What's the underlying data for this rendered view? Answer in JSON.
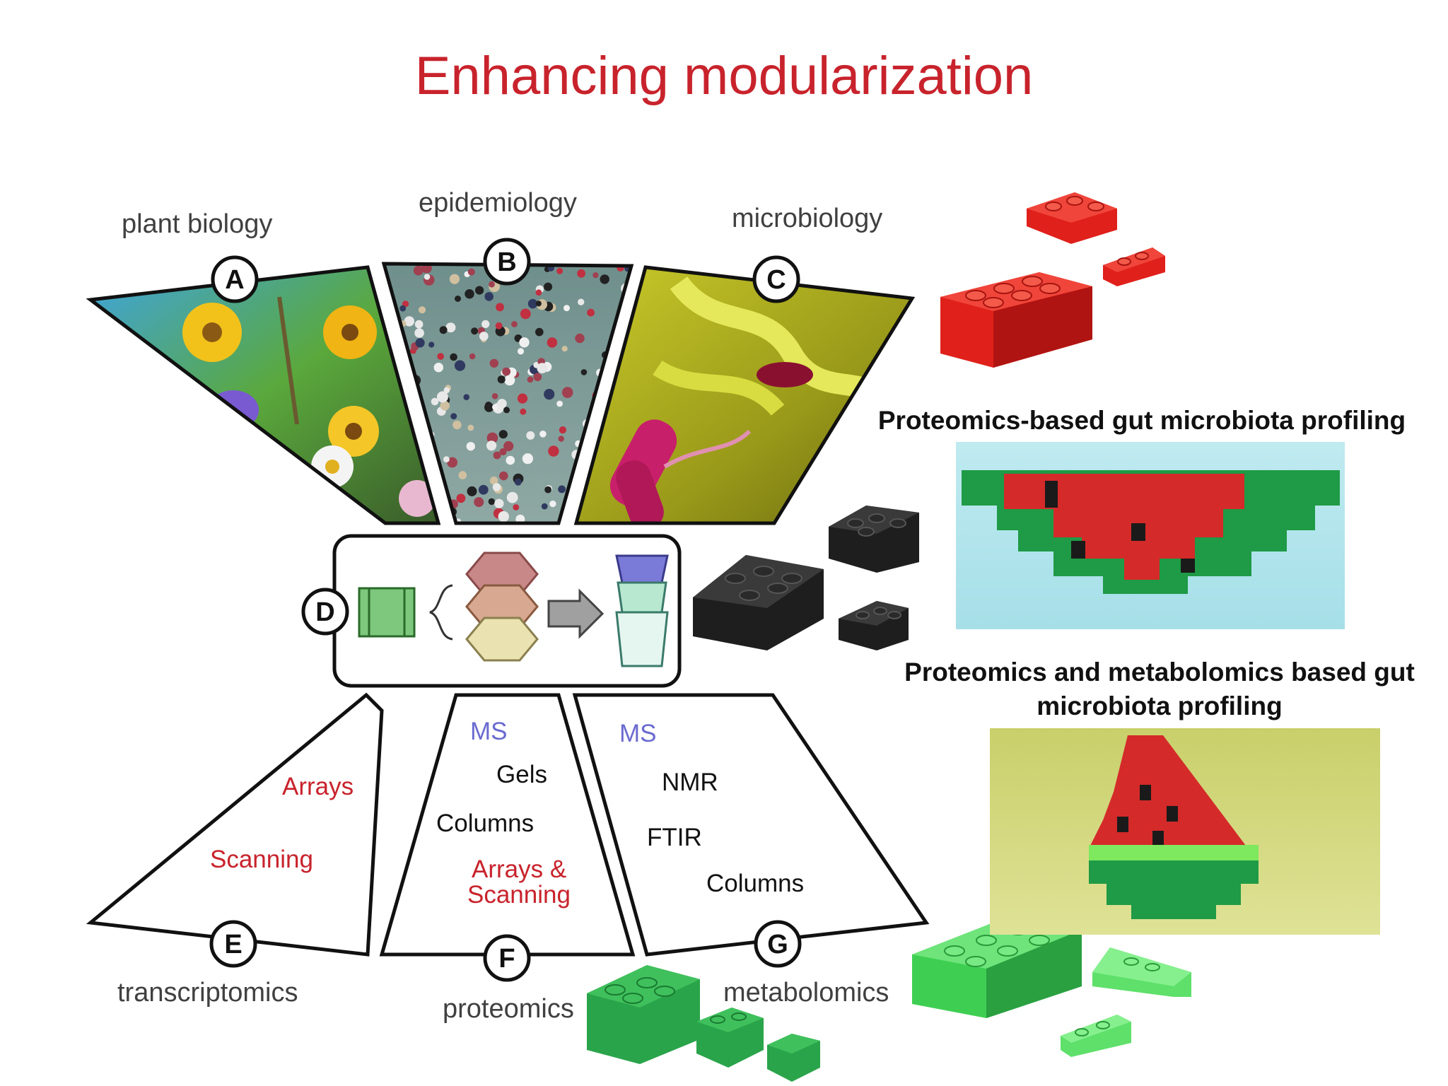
{
  "title": "Enhancing modularization",
  "fields": {
    "A": {
      "letter": "A",
      "label": "plant biology"
    },
    "B": {
      "letter": "B",
      "label": "epidemiology"
    },
    "C": {
      "letter": "C",
      "label": "microbiology"
    },
    "D": {
      "letter": "D"
    },
    "E": {
      "letter": "E",
      "label": "transcriptomics"
    },
    "F": {
      "letter": "F",
      "label": "proteomics"
    },
    "G": {
      "letter": "G",
      "label": "metabolomics"
    }
  },
  "techniques": {
    "E": [
      "Arrays",
      "Scanning"
    ],
    "F": [
      "MS",
      "Gels",
      "Columns",
      "Arrays &",
      "Scanning"
    ],
    "G": [
      "MS",
      "NMR",
      "FTIR",
      "Columns"
    ]
  },
  "captions": {
    "proteomics": "Proteomics-based gut microbiota profiling",
    "multi_line1": "Proteomics and metabolomics based gut",
    "multi_line2": "microbiota profiling"
  },
  "colors": {
    "title": "#c8232c",
    "technique_red": "#c8232c",
    "technique_blue": "#6a6ad0",
    "brick_red": "#e0201b",
    "brick_black": "#1e1e1e",
    "brick_green": "#2aa44a",
    "brick_lightgreen": "#5ee06a"
  }
}
